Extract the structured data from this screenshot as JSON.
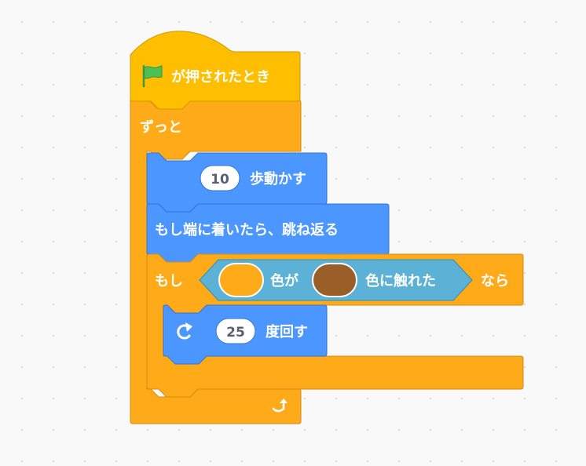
{
  "script": {
    "hat_block": {
      "label": "が押されたとき",
      "icon": "green-flag-icon",
      "color": "#ffbf00"
    },
    "forever_block": {
      "label": "ずっと",
      "loop_icon": "loop-arrow-icon",
      "color": "#ffab19"
    },
    "move_block": {
      "steps_value": "10",
      "label": "歩動かす",
      "color": "#4c97ff"
    },
    "bounce_block": {
      "label": "もし端に着いたら、跳ね返る",
      "color": "#4c97ff"
    },
    "if_block": {
      "if_label": "もし",
      "then_label": "なら",
      "color": "#ffab19"
    },
    "sensing_block": {
      "label_middle": "色が",
      "label_end": "色に触れた",
      "color": "#5cb1d6",
      "first_color_value": "#ffab19",
      "second_color_value": "#9a5f28"
    },
    "turn_block": {
      "icon": "rotate-right-icon",
      "degrees_value": "25",
      "label": "度回す",
      "color": "#4c97ff"
    }
  }
}
